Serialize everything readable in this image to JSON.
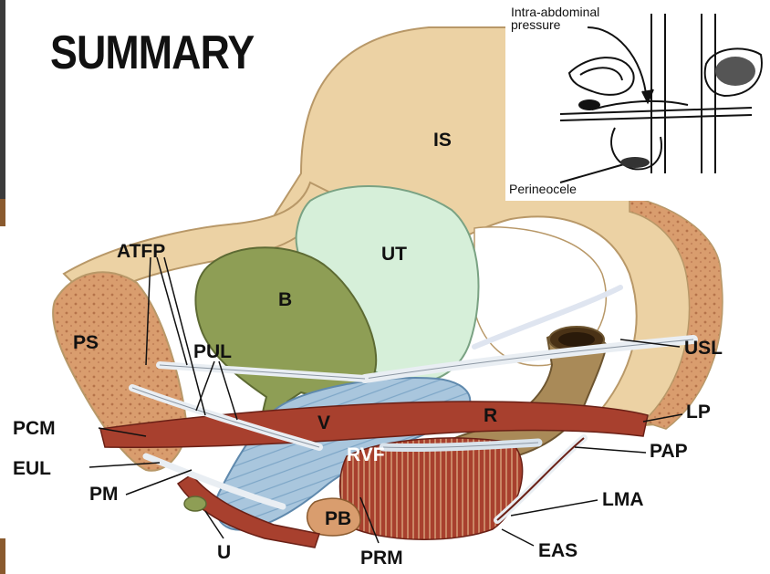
{
  "slide": {
    "title": "SUMMARY"
  },
  "diagram": {
    "labels": {
      "IS": "IS",
      "UT": "UT",
      "B": "B",
      "ATFP": "ATFP",
      "PS": "PS",
      "PUL": "PUL",
      "USL": "USL",
      "R": "R",
      "V": "V",
      "LP": "LP",
      "PCM": "PCM",
      "RVF": "RVF",
      "PAP": "PAP",
      "EUL": "EUL",
      "PM": "PM",
      "LMA": "LMA",
      "PB": "PB",
      "EAS": "EAS",
      "U": "U",
      "PRM": "PRM"
    },
    "colors": {
      "bone": "#ecd2a4",
      "bone_outline": "#b89868",
      "bladder": "#8e9e55",
      "uterus": "#d6efd9",
      "rectum": "#a98a58",
      "vagina": "#a9c6dd",
      "muscle": "#a8402e",
      "spongy_bone": "#d99d6e"
    }
  },
  "inset": {
    "label_pressure": "Intra-abdominal pressure",
    "label_pressure_line1": "Intra-abdominal",
    "label_pressure_line2": "pressure",
    "label_bottom": "Perineocele"
  }
}
